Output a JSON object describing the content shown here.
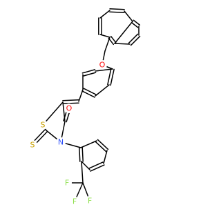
{
  "structure": {
    "atoms": {
      "o_ether": {
        "symbol": "O",
        "color": "#ff0d0d"
      },
      "o_carbonyl": {
        "symbol": "O",
        "color": "#ff0d0d"
      },
      "s_ring": {
        "symbol": "S",
        "color": "#c8a000"
      },
      "s_thione": {
        "symbol": "S",
        "color": "#c8a000"
      },
      "n_ring": {
        "symbol": "N",
        "color": "#3050f8"
      },
      "f1": {
        "symbol": "F",
        "color": "#90e050"
      },
      "f2": {
        "symbol": "F",
        "color": "#90e050"
      },
      "f3": {
        "symbol": "F",
        "color": "#90e050"
      }
    },
    "bond_color": "#000000"
  }
}
